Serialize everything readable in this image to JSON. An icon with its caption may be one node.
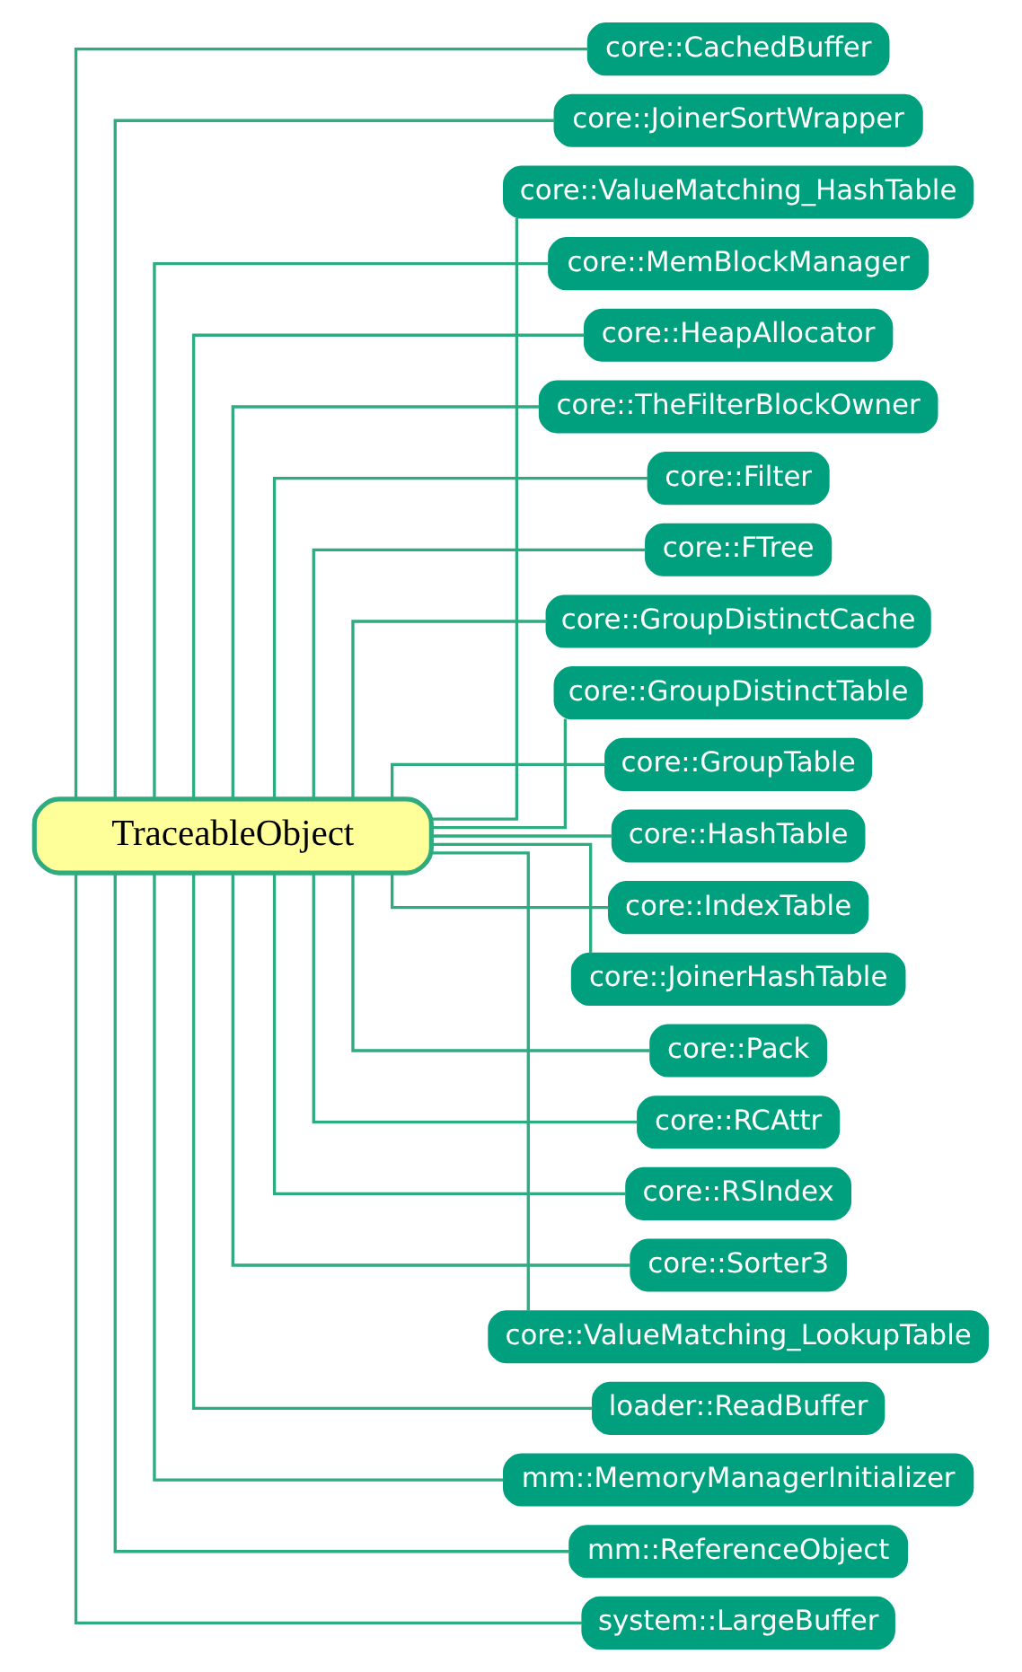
{
  "diagram": {
    "nodes": [
      {
        "text": [
          "TraceableObject"
        ]
      },
      {
        "text": [
          "core::CachedBuffer"
        ]
      },
      {
        "text": [
          "core::JoinerSortWrapper"
        ]
      },
      {
        "text": [
          "core::ValueMatching_HashTable"
        ]
      },
      {
        "text": [
          "core::MemBlockManager"
        ]
      },
      {
        "text": [
          "core::HeapAllocator"
        ]
      },
      {
        "text": [
          "core::TheFilterBlockOwner"
        ]
      },
      {
        "text": [
          "core::Filter"
        ]
      },
      {
        "text": [
          "core::FTree"
        ]
      },
      {
        "text": [
          "core::GroupDistinctCache"
        ]
      },
      {
        "text": [
          "core::GroupDistinctTable"
        ]
      },
      {
        "text": [
          "core::GroupTable"
        ]
      },
      {
        "text": [
          "core::HashTable"
        ]
      },
      {
        "text": [
          "core::IndexTable"
        ]
      },
      {
        "text": [
          "core::JoinerHashTable"
        ]
      },
      {
        "text": [
          "core::Pack"
        ]
      },
      {
        "text": [
          "core::RCAttr"
        ]
      },
      {
        "text": [
          "core::RSIndex"
        ]
      },
      {
        "text": [
          "core::Sorter3"
        ]
      },
      {
        "text": [
          "core::ValueMatching_LookupTable"
        ]
      },
      {
        "text": [
          "loader::ReadBuffer"
        ]
      },
      {
        "text": [
          "mm::MemoryManagerInitializer"
        ]
      },
      {
        "text": [
          "mm::ReferenceObject"
        ]
      },
      {
        "text": [
          "system::LargeBuffer"
        ]
      }
    ],
    "edges": [
      {
        "from": 0,
        "to": 1,
        "arrow": "none"
      },
      {
        "from": 0,
        "to": 2,
        "arrow": "none"
      },
      {
        "from": 0,
        "to": 3,
        "arrow": "none"
      },
      {
        "from": 0,
        "to": 4,
        "arrow": "none"
      },
      {
        "from": 0,
        "to": 5,
        "arrow": "none"
      },
      {
        "from": 0,
        "to": 6,
        "arrow": "none"
      },
      {
        "from": 0,
        "to": 7,
        "arrow": "none"
      },
      {
        "from": 0,
        "to": 8,
        "arrow": "none"
      },
      {
        "from": 0,
        "to": 9,
        "arrow": "none"
      },
      {
        "from": 0,
        "to": 10,
        "arrow": "none"
      },
      {
        "from": 0,
        "to": 11,
        "arrow": "none"
      },
      {
        "from": 0,
        "to": 12,
        "arrow": "none"
      },
      {
        "from": 0,
        "to": 13,
        "arrow": "none"
      },
      {
        "from": 0,
        "to": 14,
        "arrow": "none"
      },
      {
        "from": 0,
        "to": 15,
        "arrow": "none"
      },
      {
        "from": 0,
        "to": 16,
        "arrow": "none"
      },
      {
        "from": 0,
        "to": 17,
        "arrow": "none"
      },
      {
        "from": 0,
        "to": 18,
        "arrow": "none"
      },
      {
        "from": 0,
        "to": 19,
        "arrow": "none"
      },
      {
        "from": 0,
        "to": 20,
        "arrow": "none"
      },
      {
        "from": 0,
        "to": 21,
        "arrow": "none"
      },
      {
        "from": 0,
        "to": 22,
        "arrow": "none"
      },
      {
        "from": 0,
        "to": 23,
        "arrow": "none"
      }
    ]
  }
}
